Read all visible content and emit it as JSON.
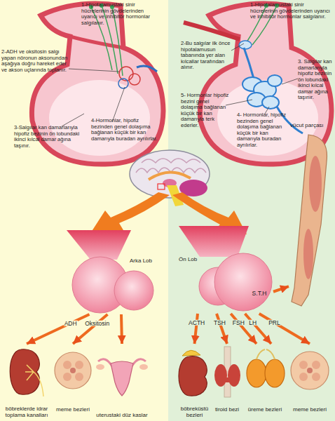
{
  "diagram": {
    "nodes": [
      {
        "text": [
          "vücut parçası"
        ]
      },
      {
        "text": [
          "Arka Lob"
        ]
      },
      {
        "text": [
          "Ön Lob"
        ]
      },
      {
        "text": [
          "böbreklerde idrar toplama kanalları"
        ]
      },
      {
        "text": [
          "meme bezleri"
        ]
      },
      {
        "text": [
          "uterustaki düz kaslar"
        ]
      },
      {
        "text": [
          "böbreküstü bezleri"
        ]
      },
      {
        "text": [
          "tiroid bezi"
        ]
      },
      {
        "text": [
          "üreme bezleri"
        ]
      },
      {
        "text": [
          "meme bezleri"
        ]
      }
    ],
    "edges": [
      {
        "from": 1,
        "to": 3,
        "arrow": "to",
        "label": "ADH"
      },
      {
        "from": 1,
        "to": 4,
        "arrow": "to",
        "label": "Oksitosin"
      },
      {
        "from": 1,
        "to": 5,
        "arrow": "to"
      },
      {
        "from": 2,
        "to": 0,
        "arrow": "to",
        "label": "S.T.H"
      },
      {
        "from": 2,
        "to": 6,
        "arrow": "to",
        "label": "ACTH"
      },
      {
        "from": 2,
        "to": 7,
        "arrow": "to",
        "label": "TSH"
      },
      {
        "from": 2,
        "to": 8,
        "arrow": "to",
        "label": "FSH"
      },
      {
        "from": 2,
        "to": 8,
        "arrow": "to",
        "label": "LH"
      },
      {
        "from": 2,
        "to": 9,
        "arrow": "to",
        "label": "PRL"
      }
    ],
    "labels": [
      "1-Hipotalamustaki sinir hücrelerinin gövdelerinden uyarıcı ve inhibitör hormonlar salgılanır.",
      "1-Hipotalamustaki sinir hücrelerinin gövdelerinden uyarıcı ve inhibitör hormonlar salgılanır.",
      "2-Bu salgılar ilk önce hipotalamusun tabanında yer alan kılcallar tarafından alınır.",
      "2-ADH ve oksitosin salgı yapan nöronun aksonundan aşağıya doğru hareket eder ve akson uçlarında toplanır.",
      "3. Salgılar kan damarlarıyla hipofiz bezinin ön lobundaki ikinci kılcal damar ağına taşınır.",
      "5- Hormonlar hipofiz bezini genel dolaşıma bağlanan küçük bir kan damarıyla terk ederler.",
      "4-Hormonlar, hipofiz bezinden genel dolaşıma bağlanan küçük bir kan damarıyla buradan ayrılırlar.",
      "4- Hormonlar, hipofiz bezinden genel dolaşıma bağlanan küçük bir kan damarıyla buradan ayrılırlar.",
      "3-Salgılar kan damarlarıyla hipofiz bezinin ön lobundaki ikinci kılcal damar ağına taşınır."
    ]
  }
}
